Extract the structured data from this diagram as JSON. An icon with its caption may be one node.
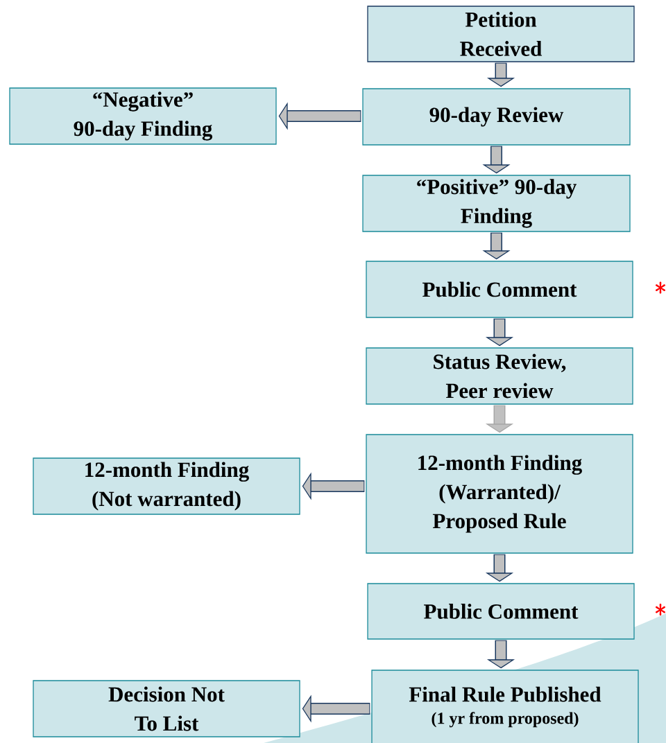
{
  "diagram": {
    "nodes": [
      {
        "text": [
          "Petition Received"
        ]
      },
      {
        "text": [
          "“Negative” 90-day Finding"
        ]
      },
      {
        "text": [
          "90-day Review"
        ]
      },
      {
        "text": [
          "“Positive” 90-day Finding"
        ]
      },
      {
        "text": [
          "Public Comment"
        ],
        "beside": [
          "*"
        ]
      },
      {
        "text": [
          "Status Review, Peer review"
        ]
      },
      {
        "text": [
          "12-month Finding (Not warranted)"
        ]
      },
      {
        "text": [
          "12-month Finding (Warranted)/ Proposed Rule"
        ]
      },
      {
        "text": [
          "Public Comment"
        ],
        "beside": [
          "*"
        ]
      },
      {
        "text": [
          "Decision Not To List"
        ]
      },
      {
        "text": [
          "Final Rule Published",
          "(1 yr from proposed)"
        ]
      }
    ],
    "edges": [
      {
        "from": 0,
        "to": 2,
        "arrow": "to"
      },
      {
        "from": 2,
        "to": 1,
        "arrow": "to"
      },
      {
        "from": 2,
        "to": 3,
        "arrow": "to"
      },
      {
        "from": 3,
        "to": 4,
        "arrow": "to"
      },
      {
        "from": 4,
        "to": 5,
        "arrow": "to"
      },
      {
        "from": 5,
        "to": 7,
        "arrow": "to",
        "color": "#a6a6a6"
      },
      {
        "from": 7,
        "to": 6,
        "arrow": "to"
      },
      {
        "from": 7,
        "to": 8,
        "arrow": "to"
      },
      {
        "from": 8,
        "to": 10,
        "arrow": "to"
      },
      {
        "from": 10,
        "to": 9,
        "arrow": "to"
      }
    ]
  }
}
